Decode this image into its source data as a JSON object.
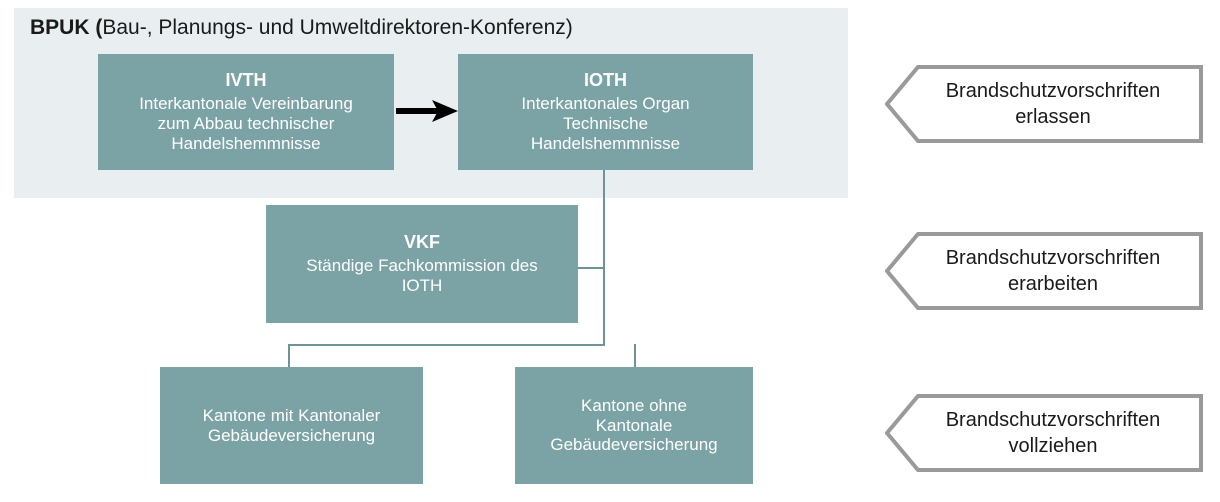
{
  "diagram": {
    "container": {
      "name": "BPUK",
      "title_bold": "BPUK (",
      "title_rest": "Bau-, Planungs- und Umweltdirektoren-Konferenz)",
      "background_color": "#e9eff0"
    },
    "colors": {
      "node_fill": "#7ba3a5",
      "node_text": "#ffffff",
      "connector": "#6f9496",
      "callout_border": "#9a9a9a",
      "callout_fill": "#ffffff",
      "arrow": "#000000",
      "panel": "#e9eff0"
    },
    "nodes": [
      {
        "id": "ivth",
        "title": "IVTH",
        "body_lines": [
          "Interkantonale Vereinbarung",
          "zum Abbau technischer",
          "Handelshemmnisse"
        ]
      },
      {
        "id": "ioth",
        "title": "IOTH",
        "body_lines": [
          "Interkantonales Organ",
          "Technische",
          "Handelshemmnisse"
        ]
      },
      {
        "id": "vkf",
        "title": "VKF",
        "body_lines": [
          "Ständige Fachkommission des",
          "IOTH"
        ]
      },
      {
        "id": "kantone-mit",
        "title": "",
        "body_lines": [
          "Kantone mit Kantonaler",
          "Gebäudeversicherung"
        ]
      },
      {
        "id": "kantone-ohne",
        "title": "",
        "body_lines": [
          "Kantone ohne",
          "Kantonale",
          "Gebäudeversicherung"
        ]
      }
    ],
    "callouts": [
      {
        "id": "erlassen",
        "lines": [
          "Brandschutzvorschriften",
          "erlassen"
        ],
        "text": "Brandschutzvorschriften erlassen"
      },
      {
        "id": "erarbeiten",
        "lines": [
          "Brandschutzvorschriften",
          "erarbeiten"
        ],
        "text": "Brandschutzvorschriften erarbeiten"
      },
      {
        "id": "vollziehen",
        "lines": [
          "Brandschutzvorschriften",
          "vollziehen"
        ],
        "text": "Brandschutzvorschriften vollziehen"
      }
    ],
    "connections": [
      {
        "from": "ivth",
        "to": "ioth",
        "style": "arrow"
      },
      {
        "from": "ioth",
        "to": "vkf",
        "style": "line"
      },
      {
        "from": "ioth",
        "to": "kantone-mit",
        "style": "line"
      },
      {
        "from": "ioth",
        "to": "kantone-ohne",
        "style": "line"
      }
    ]
  }
}
